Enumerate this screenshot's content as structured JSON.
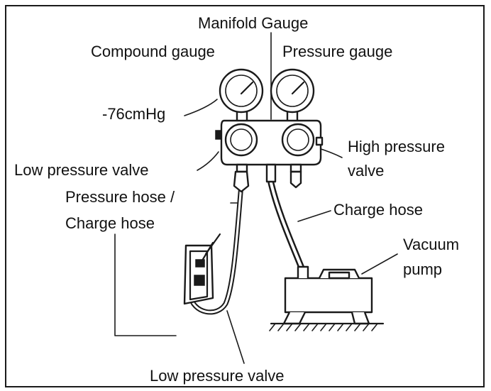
{
  "labels": {
    "manifold_gauge": "Manifold Gauge",
    "compound_gauge": "Compound gauge",
    "pressure_gauge": "Pressure gauge",
    "reading": "-76cmHg",
    "low_pressure_valve_top": "Low pressure valve",
    "high_pressure_valve_line1": "High pressure",
    "high_pressure_valve_line2": "valve",
    "pressure_hose_line1": "Pressure hose /",
    "pressure_hose_line2": "Charge hose",
    "charge_hose": "Charge hose",
    "vacuum_pump_line1": "Vacuum",
    "vacuum_pump_line2": "pump",
    "low_pressure_valve_bottom": "Low pressure valve"
  }
}
